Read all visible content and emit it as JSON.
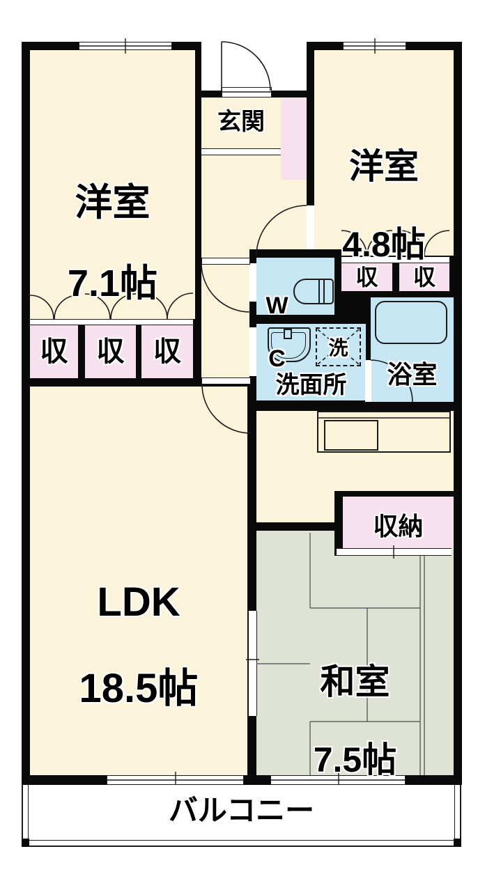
{
  "rooms": {
    "western1": {
      "name": "洋室",
      "size": "7.1帖"
    },
    "western2": {
      "name": "洋室",
      "size": "4.8帖"
    },
    "ldk": {
      "name": "LDK",
      "size": "18.5帖"
    },
    "japanese": {
      "name": "和室",
      "size": "7.5帖"
    },
    "entrance": {
      "name": "玄関"
    },
    "toilet": {
      "line1": "W",
      "line2": "C"
    },
    "washroom": {
      "name": "洗面所"
    },
    "washer": {
      "name": "洗"
    },
    "bathroom": {
      "name": "浴室"
    },
    "closet": {
      "name": "収"
    },
    "storage": {
      "name": "収納"
    },
    "balcony": {
      "name": "バルコニー"
    }
  },
  "colors": {
    "wall": "#0a0a0a",
    "floor_cream": "#fcf3db",
    "closet_pink": "#f8e1ee",
    "wet_area_blue": "#c7e6f4",
    "tatami_green": "#dee3d6",
    "balcony_white": "#ffffff"
  }
}
